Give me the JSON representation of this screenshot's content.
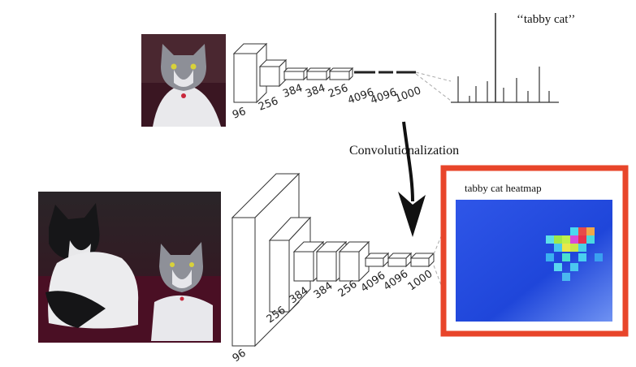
{
  "top_net": {
    "output_label": "‘‘tabby cat’’",
    "layer_labels": [
      "96",
      "256",
      "384",
      "384",
      "256",
      "4096",
      "4096",
      "1000"
    ]
  },
  "transition": {
    "label": "Convolutionalization"
  },
  "bottom_net": {
    "layer_labels": [
      "96",
      "256",
      "384",
      "384",
      "256",
      "4096",
      "4096",
      "1000"
    ],
    "heatmap": {
      "title": "tabby cat heatmap",
      "border_color": "#e8452a",
      "background_color": "#1a3fd6"
    }
  },
  "icons": [
    "cat-photo",
    "dog-and-cat-photo",
    "down-arrow-icon"
  ]
}
